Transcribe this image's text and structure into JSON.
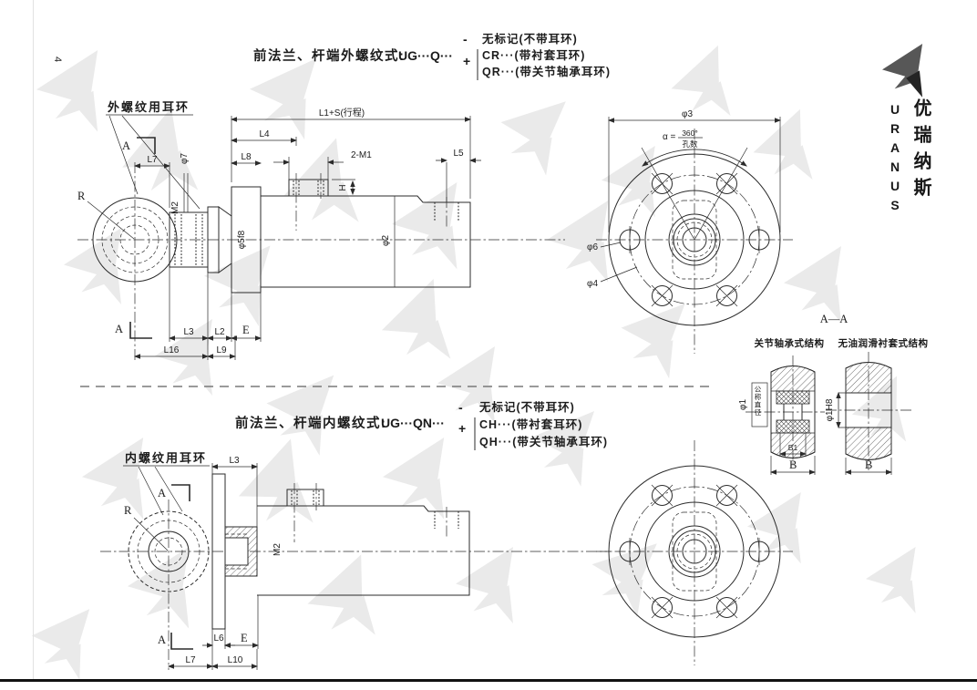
{
  "page": {
    "number": "4",
    "brand_chinese": "优瑞纳斯",
    "brand_latin": "URANUS",
    "colors": {
      "line": "#2b2b2b",
      "watermark": "#eaeaea",
      "logo_gray": "#575757",
      "logo_dark": "#242424"
    }
  },
  "top_variant": {
    "title": "前法兰、杆端外螺纹式:",
    "code": "UG···Q···",
    "minus": "-",
    "plus": "+",
    "option_none": "无标记(不带耳环)",
    "option_bushing": "CR···(带衬套耳环)",
    "option_bearing": "QR···(带关节轴承耳环)",
    "eye_label": "外螺纹用耳环",
    "dims": {
      "section_mark": "A",
      "radius": "R",
      "l7": "L7",
      "d7": "φ7",
      "m2": "M2",
      "rod": "φ5f8",
      "stroke": "L1+S(行程)",
      "l4": "L4",
      "l8": "L8",
      "ports": "2-M1",
      "h": "H",
      "l5": "L5",
      "bore": "φ2",
      "l3": "L3",
      "l2": "L2",
      "e": "E",
      "l16": "L16",
      "l9": "L9"
    }
  },
  "flange_view": {
    "d3": "φ3",
    "alpha": "α =",
    "alpha_num": "360°",
    "alpha_den": "孔数",
    "d6": "φ6",
    "d4": "φ4"
  },
  "section_view": {
    "title": "A—A",
    "bearing_label": "关节轴承式结构",
    "bushing_label": "无油润滑衬套式结构",
    "d1": "φ1",
    "d1_note": "公称直径",
    "b1": "B1",
    "b_left": "B",
    "d1h8": "φ1H8",
    "b_right": "B"
  },
  "bottom_variant": {
    "title": "前法兰、杆端内螺纹式:",
    "code": "UG···QN···",
    "minus": "-",
    "plus": "+",
    "option_none": "无标记(不带耳环)",
    "option_bushing": "CH···(带衬套耳环)",
    "option_bearing": "QH···(带关节轴承耳环)",
    "eye_label": "内螺纹用耳环",
    "dims": {
      "section_mark": "A",
      "radius": "R",
      "l3": "L3",
      "m2": "M2",
      "l6": "L6",
      "e": "E",
      "l7": "L7",
      "l10": "L10"
    }
  }
}
